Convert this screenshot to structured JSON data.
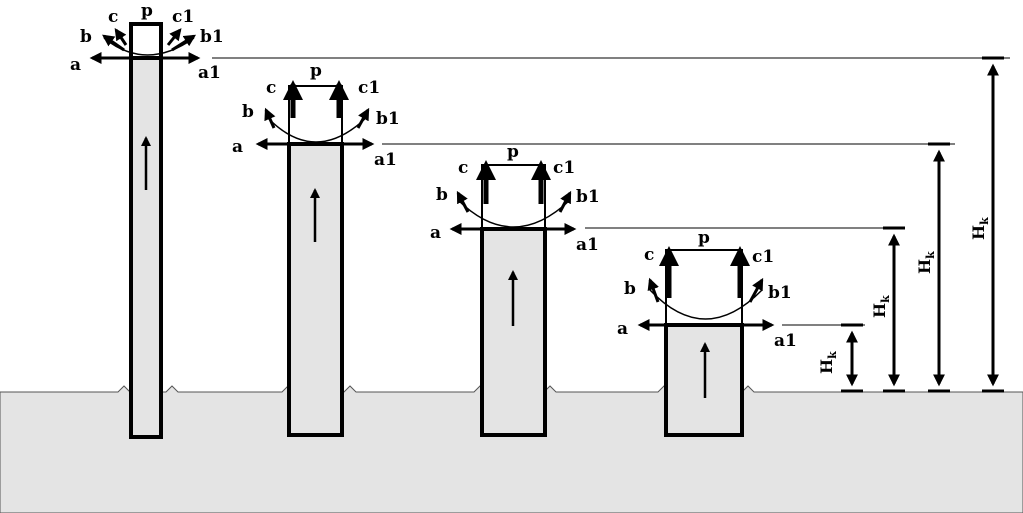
{
  "colors": {
    "ground": "#e4e4e4",
    "column_fill": "#e4e4e4",
    "stroke": "#000000",
    "background": "#ffffff"
  },
  "labels": {
    "p": "p",
    "a": "a",
    "a1": "a1",
    "b": "b",
    "b1": "b1",
    "c": "c",
    "c1": "c1",
    "hk_main": "H",
    "hk_sub": "k"
  },
  "columns": [
    {
      "id": "col-1",
      "labels": [
        "a",
        "a1",
        "b",
        "b1",
        "c",
        "c1",
        "p"
      ]
    },
    {
      "id": "col-2",
      "labels": [
        "a",
        "a1",
        "b",
        "b1",
        "c",
        "c1",
        "p"
      ]
    },
    {
      "id": "col-3",
      "labels": [
        "a",
        "a1",
        "b",
        "b1",
        "c",
        "c1",
        "p"
      ]
    },
    {
      "id": "col-4",
      "labels": [
        "a",
        "a1",
        "b",
        "b1",
        "c",
        "c1",
        "p"
      ]
    }
  ],
  "dimensions": [
    {
      "label": "Hk"
    },
    {
      "label": "Hk"
    },
    {
      "label": "Hk"
    },
    {
      "label": "Hk"
    }
  ]
}
